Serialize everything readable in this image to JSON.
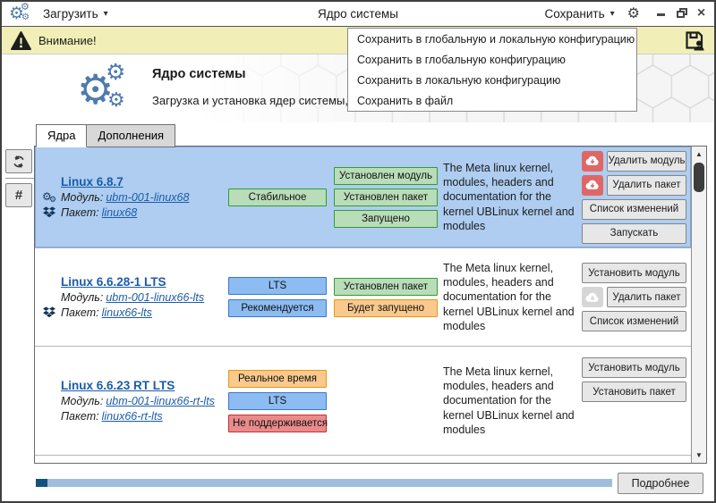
{
  "titlebar": {
    "load_label": "Загрузить",
    "title": "Ядро системы",
    "save_label": "Сохранить"
  },
  "warning_bar": {
    "label": "Внимание!"
  },
  "save_menu": {
    "items": [
      "Сохранить в глобальную и локальную конфигурацию",
      "Сохранить в глобальную конфигурацию",
      "Сохранить в локальную конфигурацию",
      "Сохранить в файл"
    ]
  },
  "header": {
    "title": "Ядро системы",
    "subtitle": "Загрузка и установка ядер системы, выбор ядра для загрузки по умолчанию"
  },
  "tabs": {
    "kernels": "Ядра",
    "addons": "Дополнения"
  },
  "labels": {
    "module": "Модуль:",
    "package": "Пакет:"
  },
  "kernels": [
    {
      "name": "Linux 6.8.7",
      "module": "ubm-001-linux68",
      "package": "linux68",
      "tags_primary": [
        {
          "label": "Стабильное",
          "type": "green"
        }
      ],
      "tags_status": [
        {
          "label": "Установлен модуль",
          "type": "green"
        },
        {
          "label": "Установлен пакет",
          "type": "green"
        },
        {
          "label": "Запущено",
          "type": "green"
        }
      ],
      "description": "The Meta linux kernel, modules, headers and documentation for the kernel UBLinux kernel and modules",
      "actions": {
        "remove_module": "Удалить модуль",
        "remove_package": "Удалить пакет",
        "changelog": "Список изменений",
        "run": "Запускать"
      },
      "selected": true
    },
    {
      "name": "Linux 6.6.28-1 LTS",
      "module": "ubm-001-linux66-lts",
      "package": "linux66-lts",
      "tags_primary": [
        {
          "label": "LTS",
          "type": "blue"
        },
        {
          "label": "Рекомендуется",
          "type": "blue"
        }
      ],
      "tags_status": [
        {
          "label": "Установлен пакет",
          "type": "green"
        },
        {
          "label": "Будет запущено",
          "type": "orange"
        }
      ],
      "description": "The Meta linux kernel, modules, headers and documentation for the kernel UBLinux kernel and modules",
      "actions": {
        "install_module": "Установить модуль",
        "remove_package": "Удалить пакет",
        "changelog": "Список изменений"
      },
      "selected": false
    },
    {
      "name": "Linux 6.6.23 RT LTS",
      "module": "ubm-001-linux66-rt-lts",
      "package": "linux66-rt-lts",
      "tags_primary": [
        {
          "label": "Реальное время",
          "type": "orange"
        },
        {
          "label": "LTS",
          "type": "blue"
        },
        {
          "label": "Не поддерживается",
          "type": "red"
        }
      ],
      "tags_status": [],
      "description": "The Meta linux kernel, modules, headers and documentation for the kernel UBLinux kernel and modules",
      "actions": {
        "install_module": "Установить модуль",
        "install_package": "Установить пакет"
      },
      "selected": false
    }
  ],
  "footer": {
    "details_label": "Подробнее",
    "progress_percent": 2
  },
  "colors": {
    "selection_bg": "#aecdf1",
    "tag_green_bg": "#b9dcb9",
    "tag_green_border": "#2f9e2f",
    "tag_blue_bg": "#8cbcf2",
    "tag_blue_border": "#3c78c8",
    "tag_orange_bg": "#f9c98d",
    "tag_orange_border": "#e8980f",
    "tag_red_bg": "#e98b8b",
    "tag_red_border": "#cc2f2f",
    "danger_button_bg": "#e06666",
    "link": "#1b5ca8",
    "warning_bg": "#f1eeb7",
    "progress_track": "#a0bddd",
    "progress_fill": "#15517d",
    "logo_blue": "#4d7bad"
  }
}
